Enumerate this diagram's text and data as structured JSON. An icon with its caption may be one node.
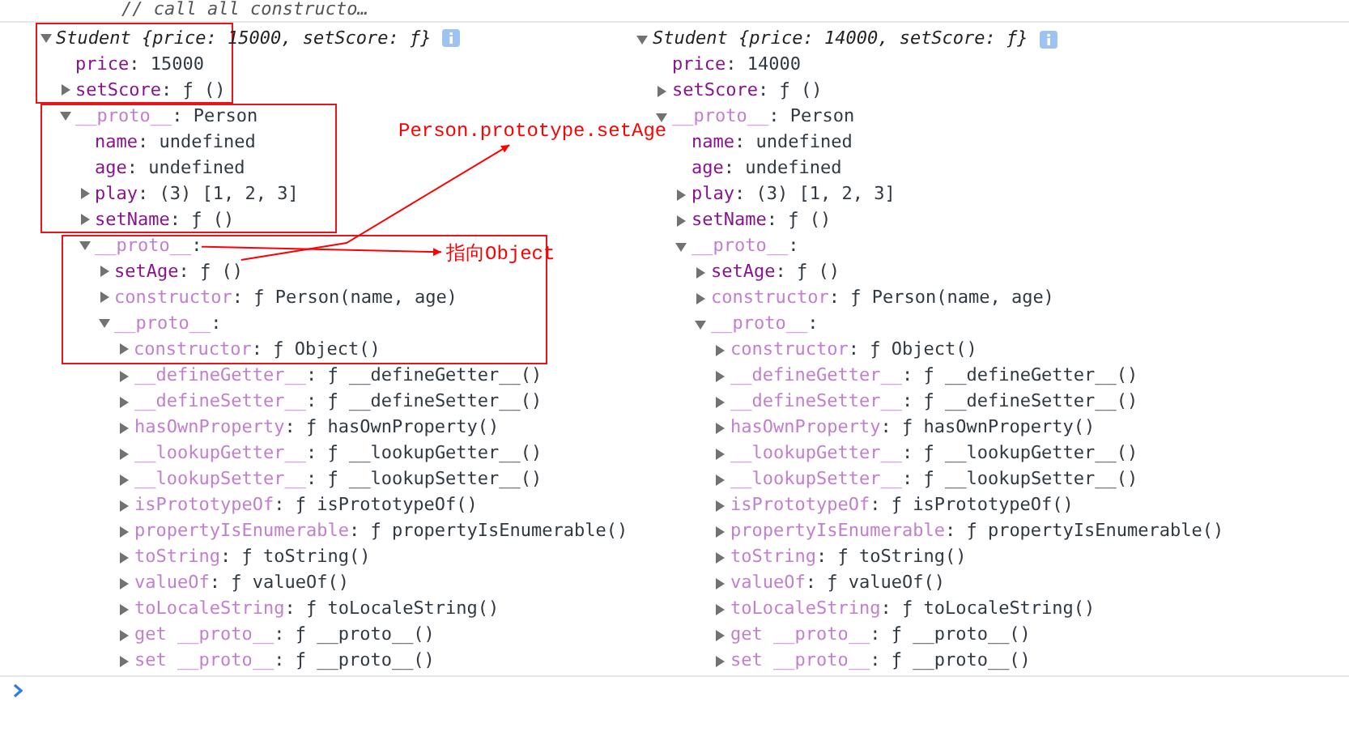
{
  "diagram": {
    "nodes": [
      {
        "text": [
          "Student {price: 15000, setScore: ƒ}",
          "price: 15000",
          "setScore: ƒ ()"
        ]
      },
      {
        "text": [
          "__proto__: Person",
          "name: undefined",
          "age: undefined",
          "play: (3) [1, 2, 3]",
          "setName: ƒ ()"
        ]
      },
      {
        "text": [
          "constructor: ƒ Person(name, age)",
          "__proto__:",
          "constructor: ƒ Object()"
        ]
      },
      {
        "text": [
          "__proto__:"
        ],
        "in": 2
      },
      {
        "text": [
          "setAge: ƒ ()"
        ],
        "in": 2
      },
      {
        "text": [
          "Person.prototype.setAge"
        ]
      },
      {
        "text": [
          "指向Object"
        ],
        "in": 2
      }
    ],
    "edges": [
      {
        "from": 4,
        "to": 5,
        "arrow": "to",
        "color": "#ff0000"
      },
      {
        "from": 3,
        "to": 6,
        "arrow": "to",
        "color": "#ff0000"
      }
    ],
    "labels": [
      "// call all constructo…",
      "__defineGetter__: ƒ __defineGetter__()",
      "__defineSetter__: ƒ __defineSetter__()",
      "hasOwnProperty: ƒ hasOwnProperty()",
      "__lookupGetter__: ƒ __lookupGetter__()",
      "__lookupSetter__: ƒ __lookupSetter__()",
      "isPrototypeOf: ƒ isPrototypeOf()",
      "propertyIsEnumerable: ƒ propertyIsEnumerable()",
      "toString: ƒ toString()",
      "valueOf: ƒ valueOf()",
      "toLocaleString: ƒ toLocaleString()",
      "get __proto__: ƒ __proto__()",
      "set __proto__: ƒ __proto__()",
      "Student {price: 14000, setScore: ƒ}",
      "price: 14000",
      "setScore: ƒ ()",
      "__proto__: Person",
      "name: undefined",
      "age: undefined",
      "play: (3) [1, 2, 3]",
      "setName: ƒ ()",
      "__proto__:",
      "setAge: ƒ ()",
      "constructor: ƒ Person(name, age)",
      "__proto__:",
      "constructor: ƒ Object()",
      "__defineGetter__: ƒ __defineGetter__()",
      "__defineSetter__: ƒ __defineSetter__()",
      "hasOwnProperty: ƒ hasOwnProperty()",
      "__lookupGetter__: ƒ __lookupGetter__()",
      "__lookupSetter__: ƒ __lookupSetter__()",
      "isPrototypeOf: ƒ isPrototypeOf()",
      "propertyIsEnumerable: ƒ propertyIsEnumerable()",
      "toString: ƒ toString()",
      "valueOf: ƒ valueOf()",
      "toLocaleString: ƒ toLocaleString()",
      "get __proto__: ƒ __proto__()",
      "set __proto__: ƒ __proto__()"
    ]
  }
}
